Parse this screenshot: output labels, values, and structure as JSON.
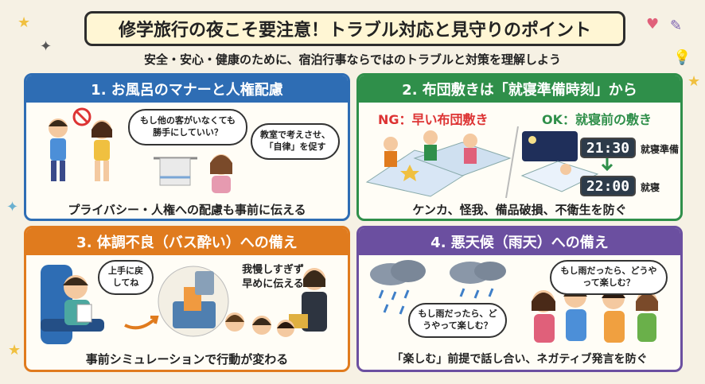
{
  "title": "修学旅行の夜こそ要注意！トラブル対応と見守りのポイント",
  "subtitle": "安全・安心・健康のために、宿泊行事ならではのトラブルと対策を理解しよう",
  "colors": {
    "blue": "#2e6db4",
    "green": "#2f8f4a",
    "orange": "#e07b1e",
    "purple": "#6b4fa0"
  },
  "panels": [
    {
      "heading": "1. お風呂のマナーと人権配慮",
      "bubble1": "もし他の客がいなくても勝手にしていい？",
      "bubble2": "教室で考えさせ、「自律」を促す",
      "caption": "プライバシー・人権への配慮も事前に伝える"
    },
    {
      "heading": "2. 布団敷きは「就寝準備時刻」から",
      "ng_label": "NG：早い布団敷き",
      "ok_label": "OK：就寝前の敷き",
      "clock1": "21:30",
      "clock1_label": "就寝準備",
      "clock2": "22:00",
      "clock2_label": "就寝",
      "caption": "ケンカ、怪我、備品破損、不衛生を防ぐ"
    },
    {
      "heading": "3. 体調不良（バス酔い）への備え",
      "bubble1": "上手に戻してね",
      "bubble2": "我慢しすぎず早めに伝える",
      "caption": "事前シミュレーションで行動が変わる"
    },
    {
      "heading": "4. 悪天候（雨天）への備え",
      "bubble1": "もし雨だったら、どうやって楽しむ？",
      "bubble2": "もし雨だったら、どうやって楽しむ？",
      "caption": "「楽しむ」前提で話し合い、ネガティブ発言を防ぐ"
    }
  ]
}
